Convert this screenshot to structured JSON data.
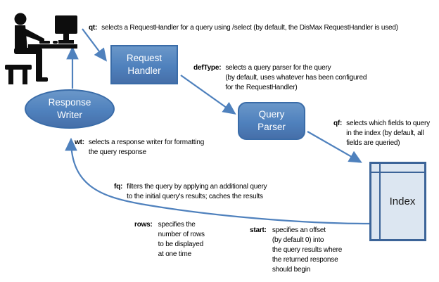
{
  "diagram": {
    "type": "flow-diagram",
    "nodes": {
      "request_handler": {
        "label_lines": [
          "Request",
          "Handler"
        ]
      },
      "query_parser": {
        "label_lines": [
          "Query",
          "Parser"
        ]
      },
      "response_writer": {
        "label_lines": [
          "Response",
          "Writer"
        ]
      },
      "index": {
        "label": "Index"
      }
    },
    "annotations": {
      "qt": {
        "param": "qt:",
        "lines": [
          "selects a RequestHandler for a query using /select (by default, the DisMax RequestHandler is used)"
        ]
      },
      "defType": {
        "param": "defType:",
        "lines": [
          "selects a query parser for the query",
          "(by default, uses whatever has been configured",
          "for the RequestHandler)"
        ]
      },
      "qf": {
        "param": "qf:",
        "lines": [
          "selects which fields to query",
          "in the index (by default, all",
          "fields are queried)"
        ]
      },
      "wt": {
        "param": "wt:",
        "lines": [
          "selects a response writer for formatting",
          "the query response"
        ]
      },
      "fq": {
        "param": "fq:",
        "lines": [
          "filters the query by applying an additional query",
          "to the initial query's results; caches the results"
        ]
      },
      "rows": {
        "param": "rows:",
        "lines": [
          "specifies the",
          "number of rows",
          "to be displayed",
          "at one time"
        ]
      },
      "start": {
        "param": "start:",
        "lines": [
          "specifies an offset",
          "(by default 0) into",
          "the query results where",
          "the returned response",
          "should begin"
        ]
      }
    },
    "colors": {
      "background": "#ffffff",
      "node_fill": "#4f81bd",
      "node_border": "#3a6ca8",
      "node_text": "#ffffff",
      "index_fill": "#dce6f1",
      "index_border": "#3c6498",
      "arrow": "#4f81bd",
      "text": "#000000"
    }
  }
}
